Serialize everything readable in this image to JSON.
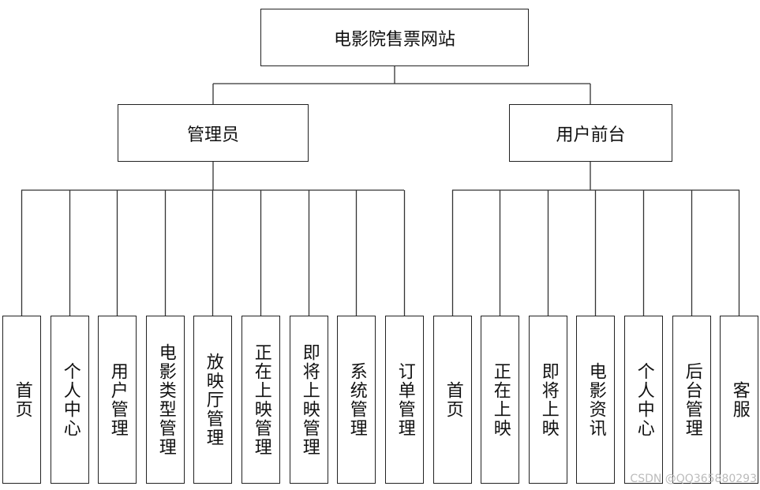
{
  "root": {
    "label": "电影院售票网站"
  },
  "groups": [
    {
      "label": "管理员",
      "children": [
        "首页",
        "个人中心",
        "用户管理",
        "电影类型管理",
        "放映厅管理",
        "正在上映管理",
        "即将上映管理",
        "系统管理",
        "订单管理"
      ]
    },
    {
      "label": "用户前台",
      "children": [
        "首页",
        "正在上映",
        "即将上映",
        "电影资讯",
        "个人中心",
        "后台管理",
        "客服"
      ]
    }
  ],
  "watermark": "CSDN @QQ365880293"
}
